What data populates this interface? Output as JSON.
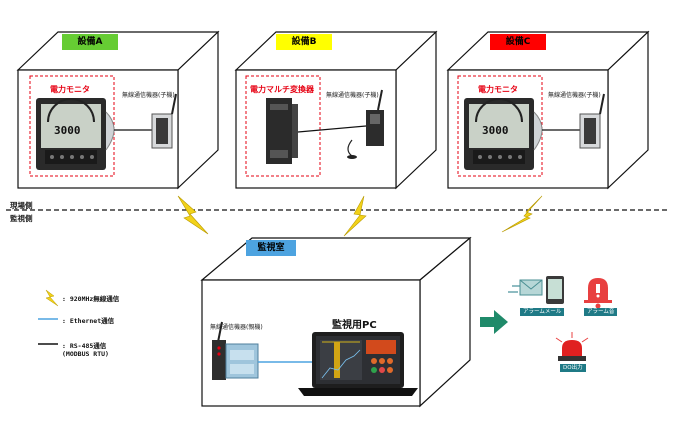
{
  "equipment": [
    {
      "tag": "設備A",
      "tag_color": "#66cc33",
      "device_label": "電力モニタ",
      "wireless_label": "無線通信機器(子機)"
    },
    {
      "tag": "設備B",
      "tag_color": "#ffff00",
      "device_label": "電力マルチ変換器",
      "wireless_label": "無線通信機器(子機)"
    },
    {
      "tag": "設備C",
      "tag_color": "#ff0000",
      "device_label": "電力モニタ",
      "wireless_label": "無線通信機器(子機)"
    }
  ],
  "meter_display": "3000",
  "divider": {
    "top_label": "現場側",
    "bottom_label": "監視側"
  },
  "monitor_room": {
    "tag": "監視室",
    "tag_color": "#4da3e0",
    "wireless_master_label": "無線通信機器(親機)",
    "pc_label": "監視用PC"
  },
  "legend": {
    "wireless": ": 920MHz無線通信",
    "ethernet": ": Ethernet通信",
    "rs485_line1": ": RS-485通信",
    "rs485_line2": "(MODBUS RTU)"
  },
  "outputs": {
    "mail": "アラームメール",
    "sound": "アラーム音",
    "do": "DO出力"
  }
}
